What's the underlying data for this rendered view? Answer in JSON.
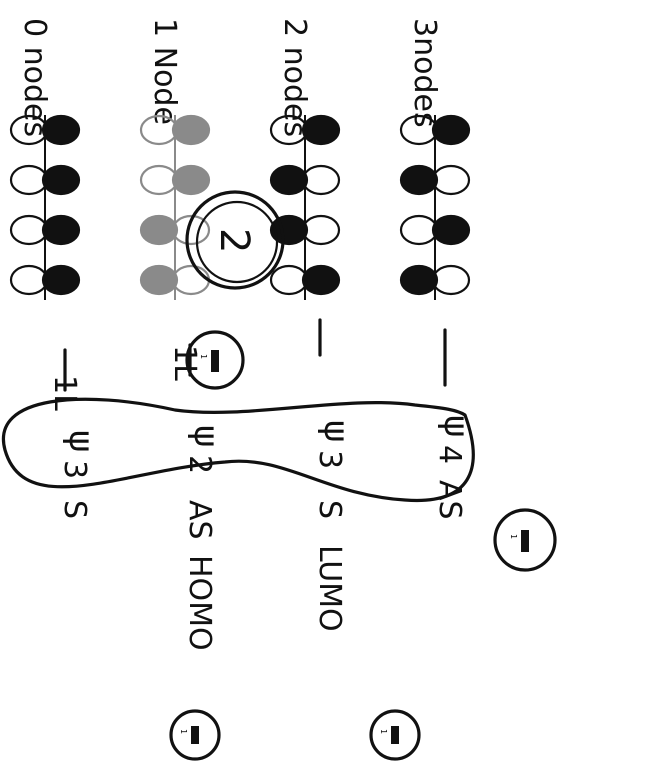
{
  "mo_rows": [
    {
      "label": "3nodes",
      "filled": [
        true,
        false,
        true,
        false
      ],
      "greyed": false
    },
    {
      "label": "2 nodes",
      "filled": [
        true,
        false,
        false,
        true
      ],
      "greyed": false
    },
    {
      "label": "1 Node",
      "filled": [
        true,
        true,
        false,
        false
      ],
      "greyed": true
    },
    {
      "label": "0 nodes",
      "filled": [
        true,
        true,
        true,
        true
      ],
      "greyed": false
    }
  ],
  "energy_levels": [
    {
      "number": "4",
      "symmetry": "AS",
      "role": ""
    },
    {
      "number": "3",
      "symmetry": "S",
      "role": "LUMO"
    },
    {
      "number": "2",
      "symmetry": "AS",
      "role": "HOMO"
    },
    {
      "number": "3",
      "symmetry": "S",
      "role": ""
    }
  ],
  "level_symbols": [
    "ψ",
    "ψ",
    "ψ",
    "ψ"
  ],
  "electron_pairs": [
    "1L",
    "1L"
  ],
  "circled_marks": [
    "2",
    "1",
    "1",
    "1",
    "1"
  ],
  "colors": {
    "ink": "#111111",
    "grey": "#8a8a8a",
    "paper": "#ffffff"
  }
}
